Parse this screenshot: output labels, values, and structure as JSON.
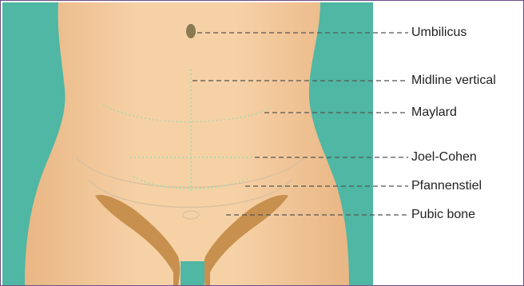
{
  "colors": {
    "frame": "#6b4f86",
    "background": "#4fb7a4",
    "skin": "#f3c999",
    "bone": "#c8904e",
    "incision": "#b7d7a8",
    "leader": "#555555"
  },
  "labels": [
    {
      "id": "umbilicus",
      "text": "Umbilicus"
    },
    {
      "id": "midline-vertical",
      "text": "Midline vertical"
    },
    {
      "id": "maylard",
      "text": "Maylard"
    },
    {
      "id": "joel-cohen",
      "text": "Joel-Cohen"
    },
    {
      "id": "pfannenstiel",
      "text": "Pfannenstiel"
    },
    {
      "id": "pubic-bone",
      "text": "Pubic bone"
    }
  ]
}
